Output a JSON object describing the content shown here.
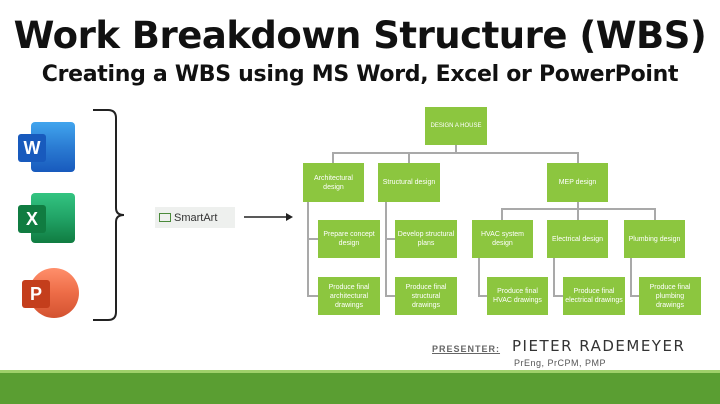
{
  "title": "Work Breakdown Structure (WBS)",
  "subtitle": "Creating a WBS using MS Word, Excel or PowerPoint",
  "apps": [
    {
      "name": "Word",
      "letter": "W"
    },
    {
      "name": "Excel",
      "letter": "X"
    },
    {
      "name": "PowerPoint",
      "letter": "P"
    }
  ],
  "smartart_label": "SmartArt",
  "wbs": {
    "root": "DESIGN A HOUSE",
    "level1": [
      "Architectural design",
      "Structural design",
      "MEP design"
    ],
    "arch_children": [
      "Prepare concept design",
      "Produce final architectural drawings"
    ],
    "struct_children": [
      "Develop structural plans",
      "Produce final structural drawings"
    ],
    "mep_children": [
      "HVAC system design",
      "Electrical design",
      "Plumbing design"
    ],
    "mep_grandchildren": [
      "Produce final HVAC drawings",
      "Produce final electrical drawings",
      "Produce final plumbing drawings"
    ]
  },
  "presenter": {
    "label": "PRESENTER:",
    "name": "PIETER RADEMEYER",
    "credentials": "PrEng, PrCPM, PMP"
  },
  "colors": {
    "green": "#8cc63f",
    "footer": "#5a9e32"
  }
}
